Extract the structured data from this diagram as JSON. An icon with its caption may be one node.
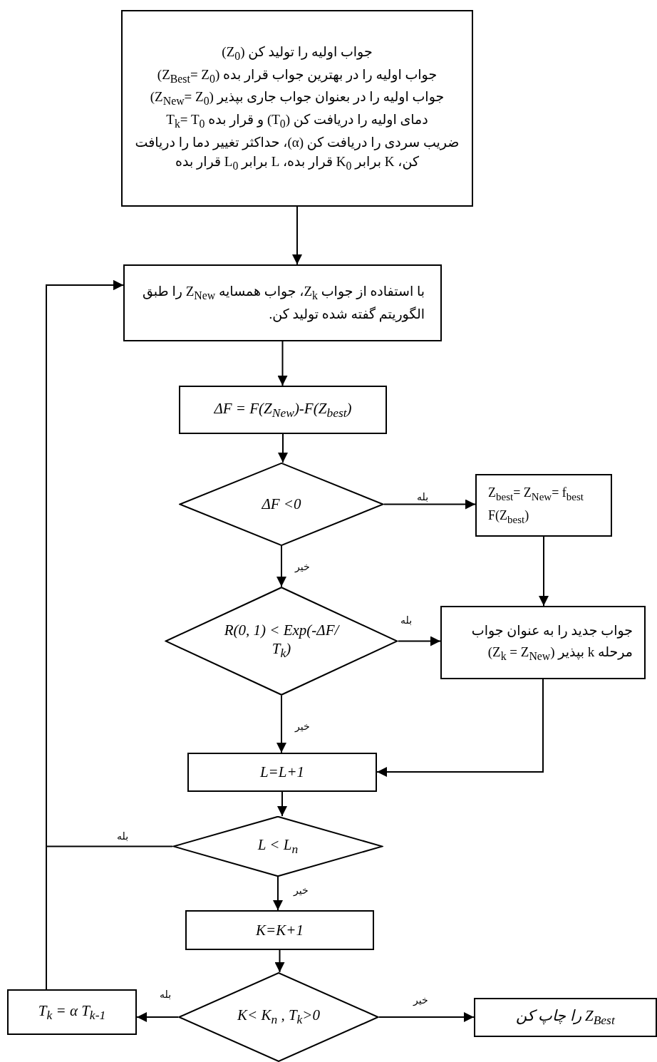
{
  "diagram": {
    "nodes": [
      {
        "text": [
          "جواب اولیه را تولید کن (Z$_{0}$)",
          "جواب اولیه را در بهترین جواب قرار بده (Z$_{Best}$= Z$_{0}$)",
          "جواب اولیه را در بعنوان جواب جاری بپذیر (Z$_{New}$= Z$_{0}$)",
          "دمای اولیه را دریافت کن (T$_{0}$) و قرار بده T$_{k}$= T$_{0}$",
          "ضریب سردی را دریافت کن (α)، حداکثر تغییر دما را دریافت کن، K برابر K$_{0}$ قرار بده، L برابر L$_{0}$ قرار بده"
        ]
      },
      {
        "text": [
          "با استفاده از جواب Z$_{k}$، جواب همسایه Z$_{New}$ را طبق الگوریتم گفته شده تولید کن."
        ]
      },
      {
        "text": [
          "ΔF = F(Z$_{New}$)-F(Z$_{best}$)"
        ]
      },
      {
        "text": [
          "ΔF <0"
        ]
      },
      {
        "text": [
          "Z$_{best}$= Z$_{New}$= f$_{best}$ F(Z$_{best}$)"
        ]
      },
      {
        "text": [
          "R(0, 1) < Exp(-ΔF/ T$_{k}$)"
        ]
      },
      {
        "text": [
          "جواب جدید را به عنوان جواب مرحله k بپذیر (Z$_{k}$ = Z$_{New}$)"
        ]
      },
      {
        "text": [
          "L=L+1"
        ]
      },
      {
        "text": [
          "L < L$_{n}$"
        ]
      },
      {
        "text": [
          "K=K+1"
        ]
      },
      {
        "text": [
          "K< K$_{n}$ , T$_{k}$>0"
        ]
      },
      {
        "text": [
          "T$_{k}$ = α T$_{k-1}$"
        ]
      },
      {
        "text": [
          "Z$_{Best}$ را چاپ کن"
        ]
      }
    ],
    "edges": [
      {
        "from": 0,
        "to": 1,
        "arrow": "to"
      },
      {
        "from": 1,
        "to": 2,
        "arrow": "to"
      },
      {
        "from": 2,
        "to": 3,
        "arrow": "to"
      },
      {
        "from": 3,
        "to": 4,
        "arrow": "to",
        "label": "بله"
      },
      {
        "from": 3,
        "to": 5,
        "arrow": "to",
        "label": "خیر"
      },
      {
        "from": 5,
        "to": 6,
        "arrow": "to",
        "label": "بله"
      },
      {
        "from": 4,
        "to": 6,
        "arrow": "to"
      },
      {
        "from": 5,
        "to": 7,
        "arrow": "to",
        "label": "خیر"
      },
      {
        "from": 6,
        "to": 7,
        "arrow": "to"
      },
      {
        "from": 7,
        "to": 8,
        "arrow": "to"
      },
      {
        "from": 8,
        "to": 1,
        "arrow": "to",
        "label": "بله"
      },
      {
        "from": 8,
        "to": 9,
        "arrow": "to",
        "label": "خیر"
      },
      {
        "from": 9,
        "to": 10,
        "arrow": "to"
      },
      {
        "from": 10,
        "to": 11,
        "arrow": "to",
        "label": "بله"
      },
      {
        "from": 10,
        "to": 12,
        "arrow": "to",
        "label": "خیر"
      },
      {
        "from": 11,
        "to": 1,
        "arrow": "to"
      }
    ]
  }
}
